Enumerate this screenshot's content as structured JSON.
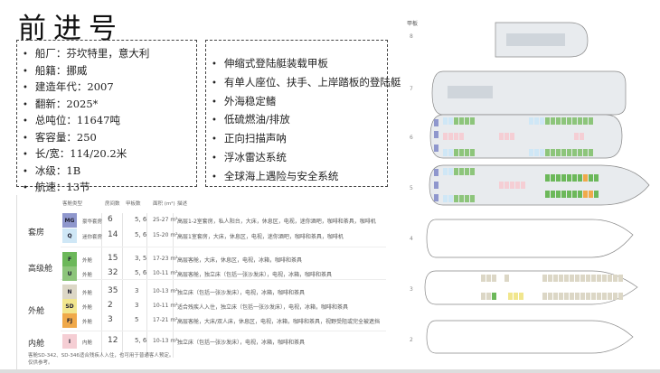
{
  "title": "前进号",
  "specs": [
    "船厂：芬坎特里，意大利",
    "船籍：挪威",
    "建造年代：2007",
    "翻新：2025*",
    "总吨位：11647吨",
    "客容量：250",
    "长/宽：114/20.2米",
    "冰级：1B",
    "航速：13节"
  ],
  "features": [
    "伸缩式登陆艇装载甲板",
    "有单人座位、扶手、上岸踏板的登陆艇",
    "外海稳定鳍",
    "低硫燃油/排放",
    "正向扫描声呐",
    "浮冰雷达系统",
    "全球海上遇险与安全系统"
  ],
  "cabin_table": {
    "headers": [
      "客舱类型",
      "房间数",
      "甲板数",
      "面积 (m²)",
      "描述"
    ],
    "groups": [
      "套房",
      "高级舱",
      "外舱",
      "内舱"
    ],
    "rows": [
      {
        "code": "MG",
        "type": "豪华套房",
        "count": "6",
        "decks": "5, 6",
        "area": "25-27 m²",
        "desc": "高层1-2室套房，私人阳台，大床，休息区，电视，迷你酒吧，咖啡和茶具，咖啡机",
        "color": "#8f97cd"
      },
      {
        "code": "Q",
        "type": "迷你套房",
        "count": "14",
        "decks": "5, 6",
        "area": "15-20 m²",
        "desc": "高层1室套房，大床，休息区，电视，迷你酒吧，咖啡和茶具，咖啡机",
        "color": "#cfe7f6"
      },
      {
        "code": "F",
        "type": "外舱",
        "count": "15",
        "decks": "3, 5",
        "area": "17-23 m²",
        "desc": "高层客舱，大床，休息区，电视，冰箱，咖啡和茶具",
        "color": "#6cb85a"
      },
      {
        "code": "U",
        "type": "外舱",
        "count": "32",
        "decks": "5, 6",
        "area": "10-11 m²",
        "desc": "高层客舱，独立床（包括一张沙发床），电视，冰箱，咖啡和茶具",
        "color": "#8dc57b"
      },
      {
        "code": "N",
        "type": "外舱",
        "count": "35",
        "decks": "3",
        "area": "10-13 m²",
        "desc": "独立床（包括一张沙发床），电视，冰箱，咖啡和茶具",
        "color": "#dcd7c6"
      },
      {
        "code": "SD",
        "type": "外舱",
        "count": "2",
        "decks": "3",
        "area": "10-11 m²",
        "desc": "适合残疾人入住，独立床（包括一张沙发床），电视，冰箱，咖啡和茶具",
        "color": "#f1e68e"
      },
      {
        "code": "FJ",
        "type": "外舱",
        "count": "3",
        "decks": "5",
        "area": "17-21 m²",
        "desc": "高层客舱，大床/双人床，休息区，电视，冰箱，咖啡和茶具，视野受阻或完全被遮挡",
        "color": "#f0a94a"
      },
      {
        "code": "I",
        "type": "内舱",
        "count": "12",
        "decks": "5, 6",
        "area": "10-13 m²",
        "desc": "独立床（包括一张沙发床），电视，冰箱，咖啡和茶具",
        "color": "#f5ced4"
      }
    ],
    "footnote": [
      "客舱SD-342、SD-346适合残疾人入住，也可用于普通客人预定。",
      "仅供参考。"
    ]
  },
  "deck_plan": {
    "header": "甲板",
    "decks": [
      "8",
      "7",
      "6",
      "5",
      "4",
      "3",
      "2"
    ]
  }
}
